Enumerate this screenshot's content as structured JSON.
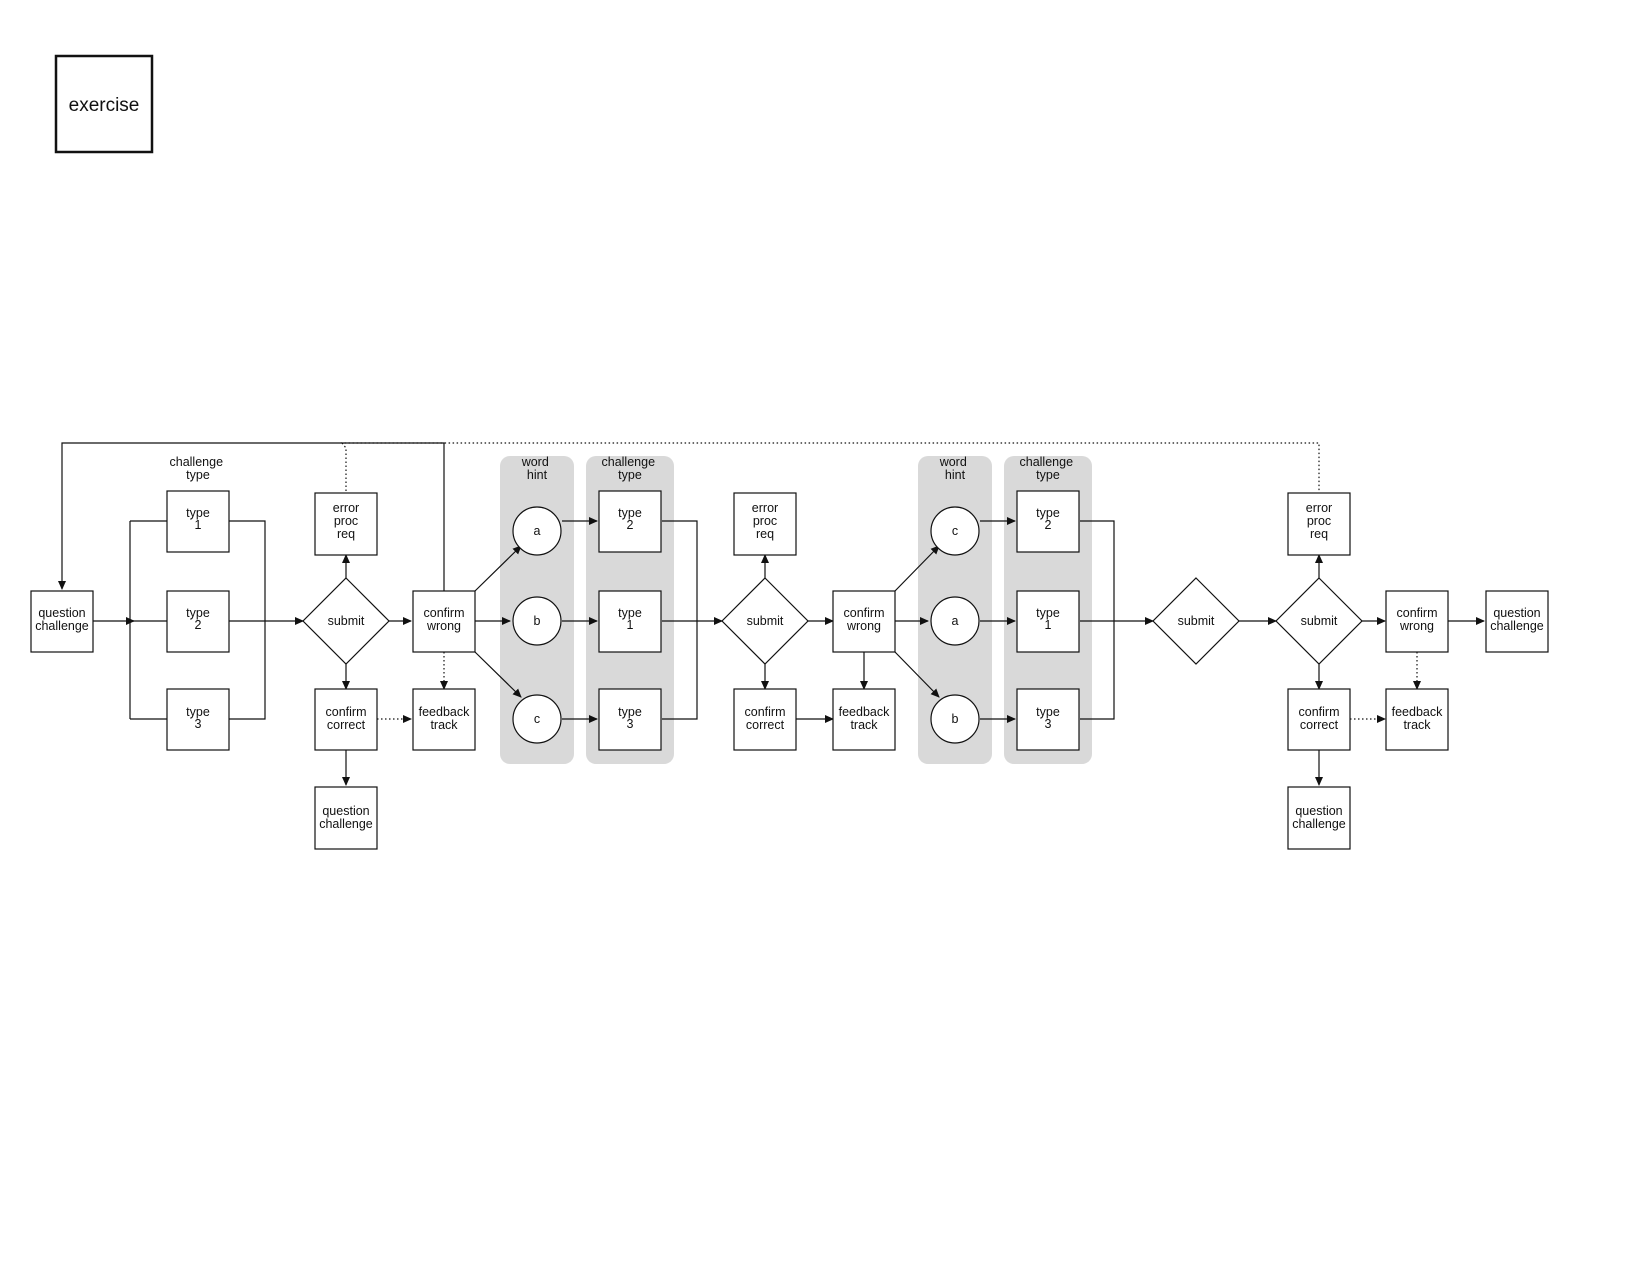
{
  "title": "exercise",
  "groups": {
    "challenge_type_1": [
      "challenge",
      "type"
    ],
    "word_hint_1": [
      "word",
      "hint"
    ],
    "challenge_type_2": [
      "challenge",
      "type"
    ],
    "word_hint_2": [
      "word",
      "hint"
    ],
    "challenge_type_3": [
      "challenge",
      "type"
    ]
  },
  "nodes": {
    "qc_start": [
      "question",
      "challenge"
    ],
    "t1_a": [
      "type",
      "1"
    ],
    "t2_a": [
      "type",
      "2"
    ],
    "t3_a": [
      "type",
      "3"
    ],
    "submit1": [
      "submit"
    ],
    "err1": [
      "error",
      "proc",
      "req"
    ],
    "cc1": [
      "confirm",
      "correct"
    ],
    "qc1": [
      "question",
      "challenge"
    ],
    "cw1": [
      "confirm",
      "wrong"
    ],
    "fb1": [
      "feedback",
      "track"
    ],
    "h1a": [
      "a"
    ],
    "h1b": [
      "b"
    ],
    "h1c": [
      "c"
    ],
    "ct2_top": [
      "type",
      "2"
    ],
    "ct2_mid": [
      "type",
      "1"
    ],
    "ct2_bot": [
      "type",
      "3"
    ],
    "submit2": [
      "submit"
    ],
    "err2": [
      "error",
      "proc",
      "req"
    ],
    "cc2": [
      "confirm",
      "correct"
    ],
    "cw2": [
      "confirm",
      "wrong"
    ],
    "fb2": [
      "feedback",
      "track"
    ],
    "h2c": [
      "c"
    ],
    "h2a": [
      "a"
    ],
    "h2b": [
      "b"
    ],
    "ct3_top": [
      "type",
      "2"
    ],
    "ct3_mid": [
      "type",
      "1"
    ],
    "ct3_bot": [
      "type",
      "3"
    ],
    "submit3": [
      "submit"
    ],
    "submit4": [
      "submit"
    ],
    "err4": [
      "error",
      "proc",
      "req"
    ],
    "cc4": [
      "confirm",
      "correct"
    ],
    "qc4": [
      "question",
      "challenge"
    ],
    "cw4": [
      "confirm",
      "wrong"
    ],
    "fb4": [
      "feedback",
      "track"
    ],
    "qc_end": [
      "question",
      "challenge"
    ]
  }
}
